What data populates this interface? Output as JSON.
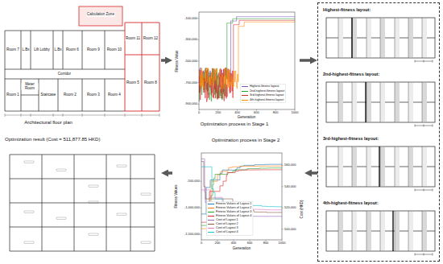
{
  "diagram": {
    "nodes": [
      {
        "text": [
          "Architectural floor plan"
        ]
      },
      {
        "text": [
          "Optimization process in Stage 1"
        ]
      },
      {
        "text": [
          "Highest-fitness layout:",
          "2nd-highest-fitness layout:",
          "3rd-highest-fitness layout:",
          "4th-highest-fitness layout:"
        ]
      },
      {
        "text": [
          "Optimization process in Stage 2"
        ]
      },
      {
        "text": [
          "Optimization result (Cost = 511,877.85 HKD)"
        ]
      }
    ],
    "edges": [
      {
        "from": 0,
        "to": 1,
        "arrow": "to"
      },
      {
        "from": 1,
        "to": 2,
        "arrow": "to"
      },
      {
        "from": 2,
        "to": 3,
        "arrow": "to"
      },
      {
        "from": 3,
        "to": 4,
        "arrow": "to"
      }
    ],
    "labels": [
      "Room 7",
      "L.Bx",
      "Lift Lobby",
      "L.Bx",
      "Room 6",
      "Room 9",
      "Room 10",
      "Room 11",
      "Room 12",
      "Corridor",
      "Meter Room",
      "Staircase",
      "Room 1",
      "Room 2",
      "Room 3",
      "Room 4",
      "Room 5",
      "Room 8",
      "Calculation Zone",
      "Fitness Value",
      "Generation",
      "-100,000",
      "-300,000",
      "-500,000",
      "-700,000",
      "-900,000",
      "0",
      "200",
      "400",
      "600",
      "800",
      "1000",
      "Fitness Values",
      "Cost (HKD)",
      "-500,000",
      "-1,000,000",
      "-1,500,000",
      "500,000",
      "520,000",
      "540,000",
      "560,000",
      "0",
      "200",
      "400",
      "600",
      "800",
      "1000",
      "Generation"
    ],
    "legend": [
      {
        "text": "Highest-fitness layout"
      },
      {
        "text": "2nd-highest-fitness layout"
      },
      {
        "text": "3rd-highest-fitness layout"
      },
      {
        "text": "4th-highest-fitness layout"
      },
      {
        "text": "Fitness Values of Layout 1"
      },
      {
        "text": "Fitness Values of Layout 2"
      },
      {
        "text": "Fitness Values of Layout 3"
      },
      {
        "text": "Fitness Values of Layout 4"
      },
      {
        "text": "Cost of Layout 1"
      },
      {
        "text": "Cost of Layout 2"
      },
      {
        "text": "Cost of Layout 3"
      },
      {
        "text": "Cost of Layout 4"
      }
    ]
  }
}
